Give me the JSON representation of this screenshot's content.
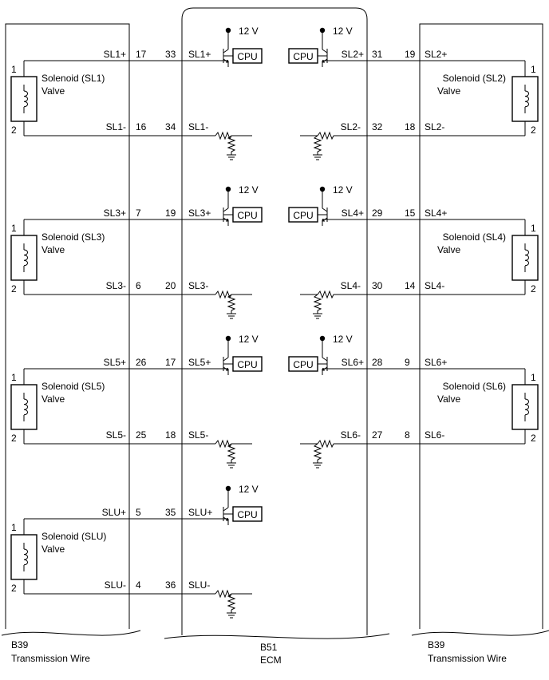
{
  "labels": {
    "left_connector": "B39",
    "left_harness": "Transmission Wire",
    "ecm_connector": "B51",
    "ecm_name": "ECM",
    "right_connector": "B39",
    "right_harness": "Transmission Wire",
    "voltage": "12 V",
    "cpu": "CPU",
    "valve_word": "Valve",
    "pin_one": "1",
    "pin_two": "2"
  },
  "left_solenoids": [
    {
      "name": "Solenoid (SL1)",
      "pos_sig": "SL1+",
      "pos_pin_b39": "17",
      "pos_pin_b51": "33",
      "neg_sig": "SL1-",
      "neg_pin_b39": "16",
      "neg_pin_b51": "34"
    },
    {
      "name": "Solenoid (SL3)",
      "pos_sig": "SL3+",
      "pos_pin_b39": "7",
      "pos_pin_b51": "19",
      "neg_sig": "SL3-",
      "neg_pin_b39": "6",
      "neg_pin_b51": "20"
    },
    {
      "name": "Solenoid (SL5)",
      "pos_sig": "SL5+",
      "pos_pin_b39": "26",
      "pos_pin_b51": "17",
      "neg_sig": "SL5-",
      "neg_pin_b39": "25",
      "neg_pin_b51": "18"
    },
    {
      "name": "Solenoid (SLU)",
      "pos_sig": "SLU+",
      "pos_pin_b39": "5",
      "pos_pin_b51": "35",
      "neg_sig": "SLU-",
      "neg_pin_b39": "4",
      "neg_pin_b51": "36"
    }
  ],
  "right_solenoids": [
    {
      "name": "Solenoid (SL2)",
      "pos_sig": "SL2+",
      "pos_pin_b39": "19",
      "pos_pin_b51": "31",
      "neg_sig": "SL2-",
      "neg_pin_b39": "18",
      "neg_pin_b51": "32"
    },
    {
      "name": "Solenoid (SL4)",
      "pos_sig": "SL4+",
      "pos_pin_b39": "15",
      "pos_pin_b51": "29",
      "neg_sig": "SL4-",
      "neg_pin_b39": "14",
      "neg_pin_b51": "30"
    },
    {
      "name": "Solenoid (SL6)",
      "pos_sig": "SL6+",
      "pos_pin_b39": "9",
      "pos_pin_b51": "28",
      "neg_sig": "SL6-",
      "neg_pin_b39": "8",
      "neg_pin_b51": "27"
    }
  ]
}
